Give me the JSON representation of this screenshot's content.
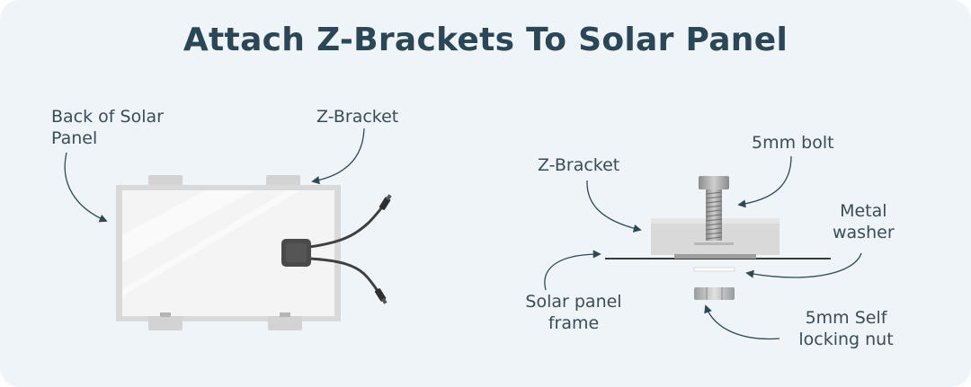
{
  "title": "Attach Z-Brackets To Solar Panel",
  "left_diagram": {
    "back_label": "Back of Solar\nPanel",
    "bracket_label": "Z-Bracket"
  },
  "right_diagram": {
    "bracket_label": "Z-Bracket",
    "bolt_label": "5mm bolt",
    "washer_label": "Metal\nwasher",
    "frame_label": "Solar panel\nframe",
    "nut_label": "5mm Self\nlocking nut"
  },
  "colors": {
    "background": "#eef4f7",
    "title": "#2b4656",
    "text": "#3a4c58",
    "arrow": "#2f4a57",
    "panel_frame": "#d9d9d9",
    "panel_glass": "#f4f4f4",
    "bracket": "#d3d3d3",
    "junction_box": "#4a4a4a"
  }
}
